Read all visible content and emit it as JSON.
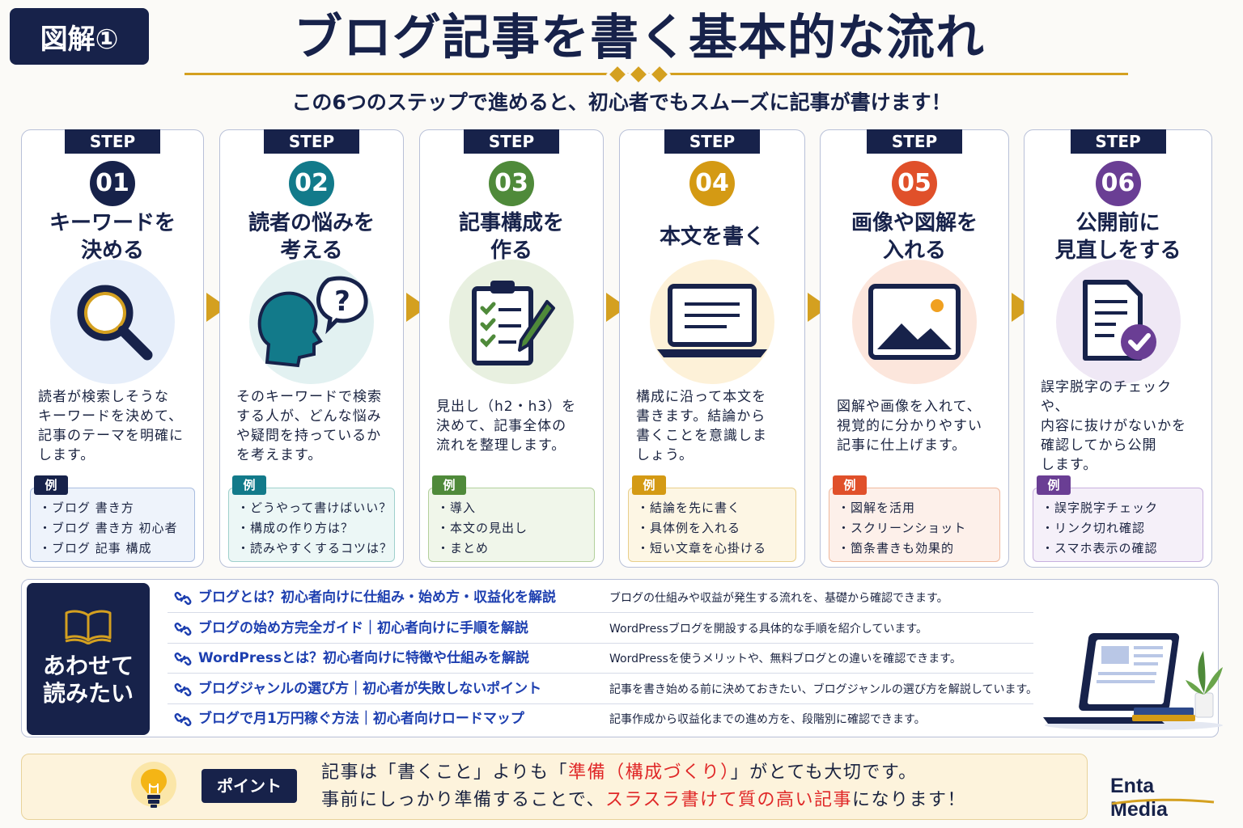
{
  "header": {
    "badge": "図解①",
    "title": "ブログ記事を書く基本的な流れ",
    "subtitle": "この6つのステップで進めると、初心者でもスムーズに記事が書けます！"
  },
  "step_tab_label": "STEP",
  "example_label": "例",
  "steps": [
    {
      "number": "01",
      "title": "キーワードを\n決める",
      "icon": "magnifier-icon",
      "accent": "#17224a",
      "icon_bg": "#e6eefa",
      "box_bg": "#eef3fb",
      "box_border": "#a9bde0",
      "description": "読者が検索しそうな\nキーワードを決めて、\n記事のテーマを明確に\nします。",
      "examples": [
        "・ブログ 書き方",
        "・ブログ 書き方 初心者",
        "・ブログ 記事 構成"
      ]
    },
    {
      "number": "02",
      "title": "読者の悩みを\n考える",
      "icon": "head-question-icon",
      "accent": "#127a8a",
      "icon_bg": "#e2f1f1",
      "box_bg": "#ecf7f6",
      "box_border": "#9fd0cc",
      "description": "そのキーワードで検索\nする人が、どんな悩み\nや疑問を持っているか\nを考えます。",
      "examples": [
        "・どうやって書けばいい？",
        "・構成の作り方は？",
        "・読みやすくするコツは？"
      ]
    },
    {
      "number": "03",
      "title": "記事構成を\n作る",
      "icon": "clipboard-icon",
      "accent": "#4f8a3a",
      "icon_bg": "#e8f0e0",
      "box_bg": "#f0f6ea",
      "box_border": "#b3d09c",
      "description": "見出し（h2・h3）を\n決めて、記事全体の\n流れを整理します。",
      "examples": [
        "・導入",
        "・本文の見出し",
        "・まとめ"
      ]
    },
    {
      "number": "04",
      "title": "本文を書く",
      "icon": "laptop-icon",
      "accent": "#d49a14",
      "icon_bg": "#fdf1d8",
      "box_bg": "#fdf6e4",
      "box_border": "#e9cf8a",
      "description": "構成に沿って本文を\n書きます。結論から\n書くことを意識しま\nしょう。",
      "examples": [
        "・結論を先に書く",
        "・具体例を入れる",
        "・短い文章を心掛ける"
      ]
    },
    {
      "number": "05",
      "title": "画像や図解を\n入れる",
      "icon": "image-icon",
      "accent": "#e0502a",
      "icon_bg": "#fce6dc",
      "box_bg": "#fdf0ea",
      "box_border": "#f0b89c",
      "description": "図解や画像を入れて、\n視覚的に分かりやすい\n記事に仕上げます。",
      "examples": [
        "・図解を活用",
        "・スクリーンショット",
        "・箇条書きも効果的"
      ]
    },
    {
      "number": "06",
      "title": "公開前に\n見直しをする",
      "icon": "document-check-icon",
      "accent": "#6a3e94",
      "icon_bg": "#efe8f5",
      "box_bg": "#f5f0f9",
      "box_border": "#c8b0de",
      "description": "誤字脱字のチェックや、\n内容に抜けがないかを\n確認してから公開\nします。",
      "examples": [
        "・誤字脱字チェック",
        "・リンク切れ確認",
        "・スマホ表示の確認"
      ]
    }
  ],
  "related": {
    "heading": "あわせて\n読みたい",
    "items": [
      {
        "title": "ブログとは？初心者向けに仕組み・始め方・収益化を解説",
        "desc": "ブログの仕組みや収益が発生する流れを、基礎から確認できます。"
      },
      {
        "title": "ブログの始め方完全ガイド｜初心者向けに手順を解説",
        "desc": "WordPressブログを開設する具体的な手順を紹介しています。"
      },
      {
        "title": "WordPressとは？初心者向けに特徴や仕組みを解説",
        "desc": "WordPressを使うメリットや、無料ブログとの違いを確認できます。"
      },
      {
        "title": "ブログジャンルの選び方｜初心者が失敗しないポイント",
        "desc": "記事を書き始める前に決めておきたい、ブログジャンルの選び方を解説しています。"
      },
      {
        "title": "ブログで月1万円稼ぐ方法｜初心者向けロードマップ",
        "desc": "記事作成から収益化までの進め方を、段階別に確認できます。"
      }
    ]
  },
  "point": {
    "label": "ポイント",
    "line1_a": "記事は「書くこと」よりも「",
    "line1_hl": "準備（構成づくり）",
    "line1_b": "」がとても大切です。",
    "line2_a": "事前にしっかり準備することで、",
    "line2_hl": "スラスラ書けて質の高い記事",
    "line2_b": "になります！"
  },
  "brand": "Enta Media",
  "colors": {
    "navy": "#17224a",
    "gold": "#d4a020",
    "highlight": "#e02828",
    "link": "#1d3fb0"
  }
}
